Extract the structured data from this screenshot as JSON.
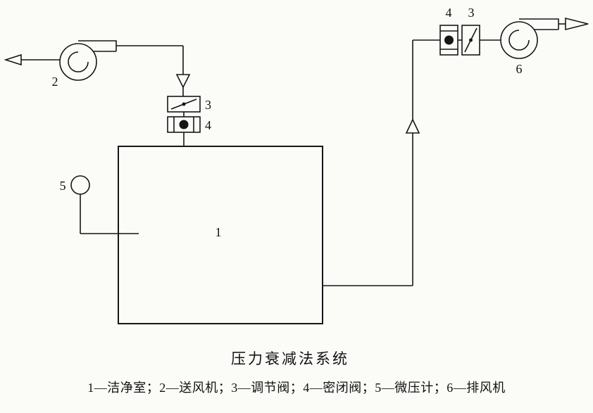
{
  "diagram": {
    "caption": "压力衰减法系统",
    "legend": "1—洁净室；2—送风机；3—调节阀；4—密闭阀；5—微压计；6—排风机",
    "ink_color": "#161616",
    "labels": {
      "room": "1",
      "supply_fan": "2",
      "valve3_left": "3",
      "valve4_left": "4",
      "manometer": "5",
      "valve4_right": "4",
      "valve3_right": "3",
      "exhaust_fan": "6"
    }
  }
}
